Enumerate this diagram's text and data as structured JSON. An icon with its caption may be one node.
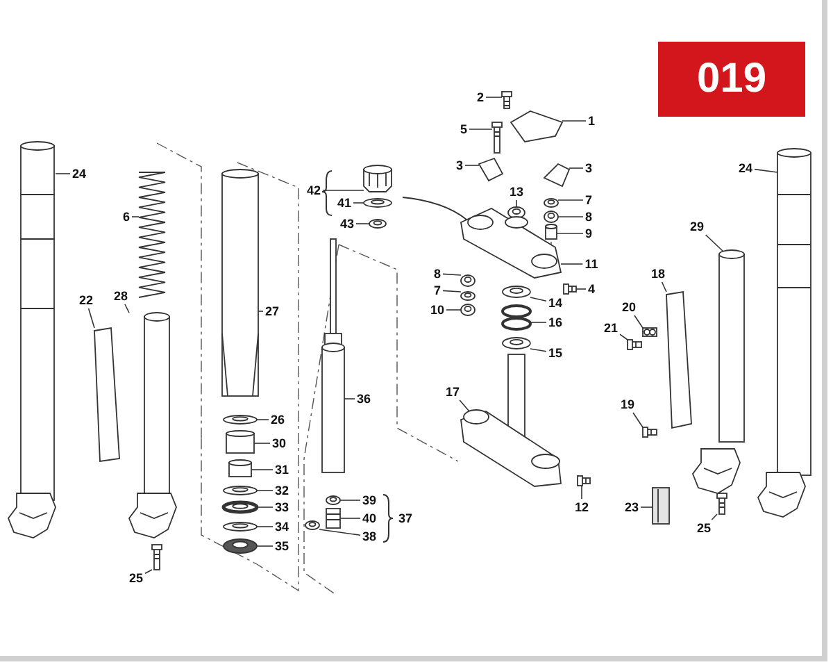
{
  "diagram": {
    "nodes": [
      {
        "text": [
          "2"
        ]
      },
      {
        "text": [
          "1"
        ]
      },
      {
        "text": [
          "5"
        ]
      },
      {
        "text": [
          "24"
        ]
      },
      {
        "text": [
          "3"
        ]
      },
      {
        "text": [
          "3"
        ]
      },
      {
        "text": [
          "24"
        ]
      },
      {
        "text": [
          "42"
        ]
      },
      {
        "text": [
          "41"
        ]
      },
      {
        "text": [
          "13"
        ]
      },
      {
        "text": [
          "7"
        ]
      },
      {
        "text": [
          "6"
        ]
      },
      {
        "text": [
          "8"
        ]
      },
      {
        "text": [
          "43"
        ]
      },
      {
        "text": [
          "29"
        ]
      },
      {
        "text": [
          "9"
        ]
      },
      {
        "text": [
          "11"
        ]
      },
      {
        "text": [
          "8"
        ]
      },
      {
        "text": [
          "18"
        ]
      },
      {
        "text": [
          "7"
        ]
      },
      {
        "text": [
          "4"
        ]
      },
      {
        "text": [
          "28"
        ]
      },
      {
        "text": [
          "22"
        ]
      },
      {
        "text": [
          "14"
        ]
      },
      {
        "text": [
          "10"
        ]
      },
      {
        "text": [
          "27"
        ]
      },
      {
        "text": [
          "20"
        ]
      },
      {
        "text": [
          "21"
        ]
      },
      {
        "text": [
          "16"
        ]
      },
      {
        "text": [
          "15"
        ]
      },
      {
        "text": [
          "17"
        ]
      },
      {
        "text": [
          "36"
        ]
      },
      {
        "text": [
          "19"
        ]
      },
      {
        "text": [
          "26"
        ]
      },
      {
        "text": [
          "30"
        ]
      },
      {
        "text": [
          "31"
        ]
      },
      {
        "text": [
          "32"
        ]
      },
      {
        "text": [
          "39"
        ]
      },
      {
        "text": [
          "33"
        ]
      },
      {
        "text": [
          "40"
        ]
      },
      {
        "text": [
          "12"
        ]
      },
      {
        "text": [
          "23"
        ]
      },
      {
        "text": [
          "34"
        ]
      },
      {
        "text": [
          "25"
        ]
      },
      {
        "text": [
          "38"
        ]
      },
      {
        "text": [
          "35"
        ]
      },
      {
        "text": [
          "25"
        ]
      },
      {
        "text": [],
        "shape": "picture"
      },
      {
        "text": [],
        "shape": "picture"
      },
      {
        "text": [],
        "shape": "picture"
      },
      {
        "text": [],
        "shape": "picture"
      },
      {
        "text": [],
        "shape": "picture"
      },
      {
        "text": [],
        "shape": "picture"
      },
      {
        "text": [],
        "shape": "picture"
      },
      {
        "text": [],
        "shape": "picture"
      },
      {
        "text": [],
        "shape": "picture"
      },
      {
        "text": [],
        "shape": "picture"
      },
      {
        "text": [],
        "shape": "picture"
      },
      {
        "text": [],
        "shape": "picture"
      },
      {
        "text": [],
        "shape": "picture"
      },
      {
        "text": [],
        "shape": "picture"
      },
      {
        "text": [],
        "shape": "picture"
      },
      {
        "text": [],
        "shape": "picture"
      },
      {
        "text": [],
        "shape": "picture"
      },
      {
        "text": [],
        "shape": "picture"
      },
      {
        "text": [],
        "shape": "picture"
      },
      {
        "text": [],
        "shape": "picture"
      },
      {
        "text": [],
        "shape": "picture"
      },
      {
        "text": [],
        "shape": "picture"
      },
      {
        "text": [],
        "shape": "picture"
      },
      {
        "text": [],
        "shape": "picture"
      },
      {
        "text": [],
        "shape": "picture"
      },
      {
        "text": [],
        "shape": "picture"
      },
      {
        "text": [],
        "shape": "picture"
      },
      {
        "text": [],
        "shape": "picture"
      },
      {
        "text": [],
        "shape": "picture"
      },
      {
        "text": [],
        "shape": "picture"
      },
      {
        "text": [],
        "shape": "picture"
      },
      {
        "text": [],
        "shape": "picture"
      },
      {
        "text": [],
        "shape": "picture"
      },
      {
        "text": [],
        "shape": "picture"
      },
      {
        "text": [],
        "shape": "picture"
      },
      {
        "text": [],
        "shape": "picture"
      },
      {
        "text": [],
        "shape": "picture"
      },
      {
        "text": [],
        "shape": "picture"
      },
      {
        "text": [],
        "shape": "picture"
      },
      {
        "text": [],
        "shape": "picture"
      },
      {
        "text": [],
        "shape": "picture"
      },
      {
        "text": [],
        "shape": "picture"
      },
      {
        "text": [],
        "shape": "picture"
      },
      {
        "text": [],
        "shape": "picture"
      },
      {
        "text": [],
        "shape": "picture"
      },
      {
        "text": [],
        "shape": "picture"
      },
      {
        "text": [],
        "shape": "picture"
      }
    ],
    "edges": [
      {
        "from": 0,
        "to": 47,
        "arrow": "none"
      },
      {
        "from": 1,
        "to": 48,
        "arrow": "none"
      },
      {
        "from": 2,
        "to": 49,
        "arrow": "none"
      },
      {
        "from": 3,
        "to": 50,
        "arrow": "none"
      },
      {
        "from": 4,
        "to": 51,
        "arrow": "none"
      },
      {
        "from": 5,
        "to": 52,
        "arrow": "none"
      },
      {
        "from": 6,
        "to": 53,
        "arrow": "none"
      },
      {
        "from": 7,
        "to": 54,
        "arrow": "none"
      },
      {
        "from": 8,
        "to": 55,
        "arrow": "none"
      },
      {
        "from": 9,
        "to": 56,
        "arrow": "none"
      },
      {
        "from": 10,
        "to": 57,
        "arrow": "none"
      },
      {
        "from": 11,
        "to": 58,
        "arrow": "none"
      },
      {
        "from": 12,
        "to": 59,
        "arrow": "none"
      },
      {
        "from": 13,
        "to": 60,
        "arrow": "none"
      },
      {
        "from": 14,
        "to": 61,
        "arrow": "none"
      },
      {
        "from": 15,
        "to": 62,
        "arrow": "none"
      },
      {
        "from": 16,
        "to": 63,
        "arrow": "none"
      },
      {
        "from": 17,
        "to": 64,
        "arrow": "none"
      },
      {
        "from": 18,
        "to": 65,
        "arrow": "none"
      },
      {
        "from": 19,
        "to": 66,
        "arrow": "none"
      },
      {
        "from": 20,
        "to": 67,
        "arrow": "none"
      },
      {
        "from": 21,
        "to": 68,
        "arrow": "none"
      },
      {
        "from": 22,
        "to": 69,
        "arrow": "none"
      },
      {
        "from": 23,
        "to": 70,
        "arrow": "none"
      },
      {
        "from": 24,
        "to": 71,
        "arrow": "none"
      },
      {
        "from": 25,
        "to": 72,
        "arrow": "none"
      },
      {
        "from": 26,
        "to": 73,
        "arrow": "none"
      },
      {
        "from": 27,
        "to": 74,
        "arrow": "none"
      },
      {
        "from": 28,
        "to": 75,
        "arrow": "none"
      },
      {
        "from": 29,
        "to": 76,
        "arrow": "none"
      },
      {
        "from": 30,
        "to": 77,
        "arrow": "none"
      },
      {
        "from": 31,
        "to": 78,
        "arrow": "none"
      },
      {
        "from": 32,
        "to": 79,
        "arrow": "none"
      },
      {
        "from": 33,
        "to": 80,
        "arrow": "none"
      },
      {
        "from": 34,
        "to": 81,
        "arrow": "none"
      },
      {
        "from": 35,
        "to": 82,
        "arrow": "none"
      },
      {
        "from": 36,
        "to": 83,
        "arrow": "none"
      },
      {
        "from": 37,
        "to": 84,
        "arrow": "none"
      },
      {
        "from": 38,
        "to": 85,
        "arrow": "none"
      },
      {
        "from": 39,
        "to": 86,
        "arrow": "none"
      },
      {
        "from": 40,
        "to": 87,
        "arrow": "none"
      },
      {
        "from": 41,
        "to": 88,
        "arrow": "none"
      },
      {
        "from": 42,
        "to": 89,
        "arrow": "none"
      },
      {
        "from": 43,
        "to": 90,
        "arrow": "none"
      },
      {
        "from": 44,
        "to": 91,
        "arrow": "none"
      },
      {
        "from": 45,
        "to": 92,
        "arrow": "none"
      },
      {
        "from": 46,
        "to": 93,
        "arrow": "none"
      }
    ],
    "labels": [
      "019",
      "37"
    ]
  }
}
